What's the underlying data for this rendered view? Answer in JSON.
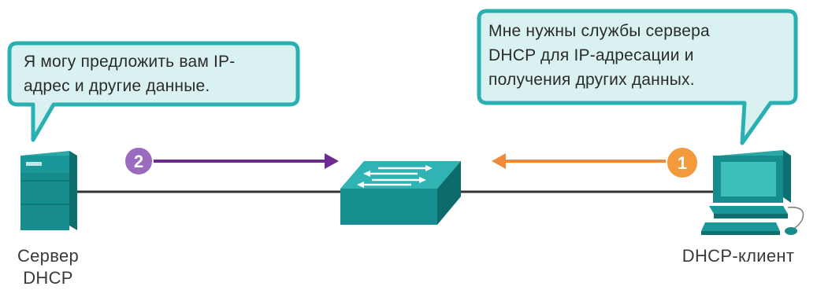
{
  "diagram": {
    "server_caption_line1": "Сервер",
    "server_caption_line2": "DHCP",
    "client_caption": "DHCP-клиент",
    "server_bubble": {
      "line1": "Я могу предложить вам IP-",
      "line2": "адрес и другие данные."
    },
    "client_bubble": {
      "line1": "Мне нужны службы сервера",
      "line2": "DHCP для IP-адресации и",
      "line3": "получения других данных."
    },
    "step_server": "2",
    "step_client": "1",
    "colors": {
      "bubble_border": "#2ab0b3",
      "bubble_fill": "#d9f1f1",
      "device": "#1a8f90",
      "arrow_server": "#6a2c91",
      "badge_server": "#9b6bbf",
      "arrow_client": "#f08a3c",
      "badge_client": "#f39a3d"
    }
  }
}
